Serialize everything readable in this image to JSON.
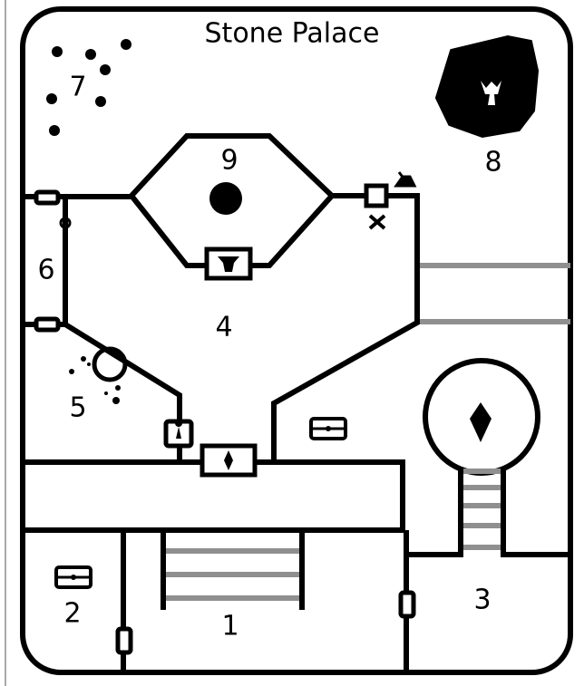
{
  "map": {
    "title": "Stone Palace",
    "rooms": [
      {
        "id": "1",
        "label": "1"
      },
      {
        "id": "2",
        "label": "2"
      },
      {
        "id": "3",
        "label": "3"
      },
      {
        "id": "4",
        "label": "4"
      },
      {
        "id": "5",
        "label": "5"
      },
      {
        "id": "6",
        "label": "6"
      },
      {
        "id": "7",
        "label": "7"
      },
      {
        "id": "8",
        "label": "8"
      },
      {
        "id": "9",
        "label": "9"
      }
    ],
    "symbols": {
      "chest": "chest-icon",
      "locked_door": "keyhole-door-icon",
      "secret_door": "secret-door-icon",
      "trap": "x-trap-icon",
      "statue": "statue-icon",
      "fountain": "fountain-icon",
      "pit": "black-circle-icon"
    },
    "colors": {
      "wall": "#000000",
      "stair": "#8f8f8f",
      "background": "#ffffff"
    }
  }
}
